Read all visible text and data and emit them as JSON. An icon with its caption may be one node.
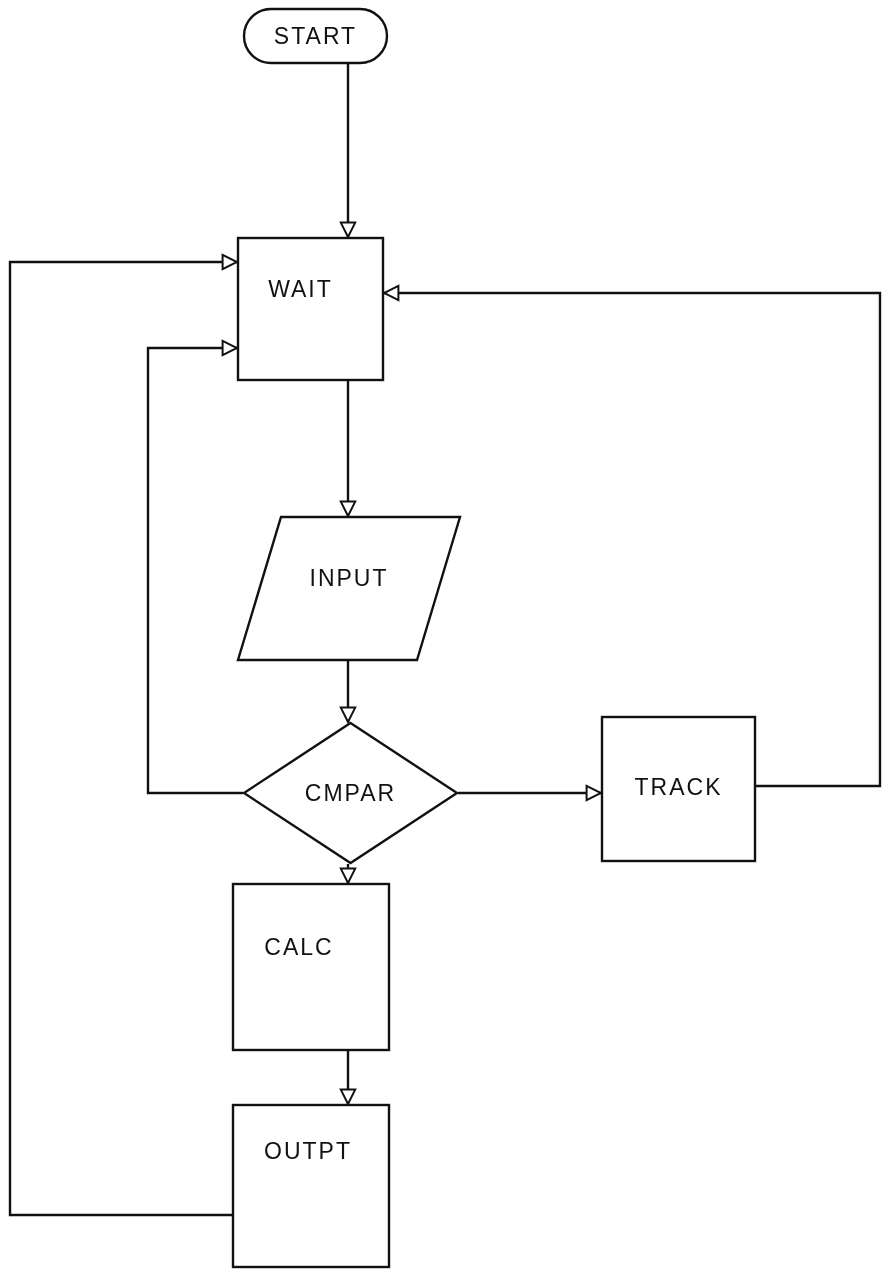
{
  "diagram": {
    "nodes": [
      {
        "text": [
          "START"
        ]
      },
      {
        "text": [
          "WAIT"
        ]
      },
      {
        "text": [
          "INPUT"
        ]
      },
      {
        "text": [
          "CMPAR"
        ]
      },
      {
        "text": [
          "TRACK"
        ]
      },
      {
        "text": [
          "CALC"
        ]
      },
      {
        "text": [
          "OUTPT"
        ]
      }
    ],
    "edges": [
      {
        "from": 0,
        "to": 1,
        "arrow": "to"
      },
      {
        "from": 1,
        "to": 2,
        "arrow": "to"
      },
      {
        "from": 2,
        "to": 3,
        "arrow": "to"
      },
      {
        "from": 3,
        "to": 1,
        "arrow": "to"
      },
      {
        "from": 3,
        "to": 4,
        "arrow": "to"
      },
      {
        "from": 4,
        "to": 1,
        "arrow": "to"
      },
      {
        "from": 3,
        "to": 5,
        "arrow": "to"
      },
      {
        "from": 5,
        "to": 6,
        "arrow": "to"
      },
      {
        "from": 6,
        "to": 1,
        "arrow": "to"
      }
    ]
  }
}
